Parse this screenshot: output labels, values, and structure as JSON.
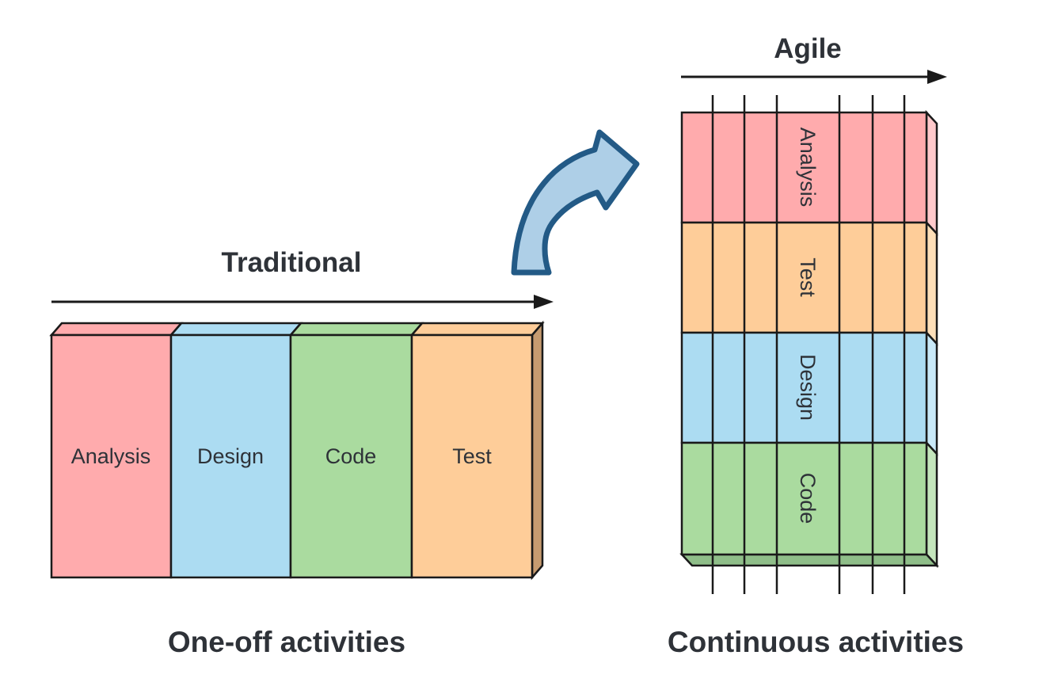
{
  "diagram": {
    "left": {
      "title": "Traditional",
      "caption": "One-off activities",
      "segments": [
        {
          "label": "Analysis",
          "color": "#FFABAD"
        },
        {
          "label": "Design",
          "color": "#ACDCF2"
        },
        {
          "label": "Code",
          "color": "#AADB9F"
        },
        {
          "label": "Test",
          "color": "#FECD99"
        }
      ],
      "side_color": "#C69B70"
    },
    "right": {
      "title": "Agile",
      "caption": "Continuous activities",
      "bands": [
        {
          "label": "Analysis",
          "color": "#FFABAD",
          "side_color": "#FFC9CB"
        },
        {
          "label": "Test",
          "color": "#FECD99",
          "side_color": "#FEDFB8"
        },
        {
          "label": "Design",
          "color": "#ACDCF2",
          "side_color": "#C9E9F8"
        },
        {
          "label": "Code",
          "color": "#AADB9F",
          "side_color": "#C4E6BC"
        }
      ],
      "bottom_color": "#8FBE89",
      "iteration_lines_x": [
        900,
        940,
        981,
        1060,
        1102,
        1142
      ]
    },
    "transform_arrow": {
      "fill": "#AECFE7",
      "stroke": "#235A86"
    },
    "outline_color": "#1A1A1A",
    "text_color": "#2E3238"
  }
}
